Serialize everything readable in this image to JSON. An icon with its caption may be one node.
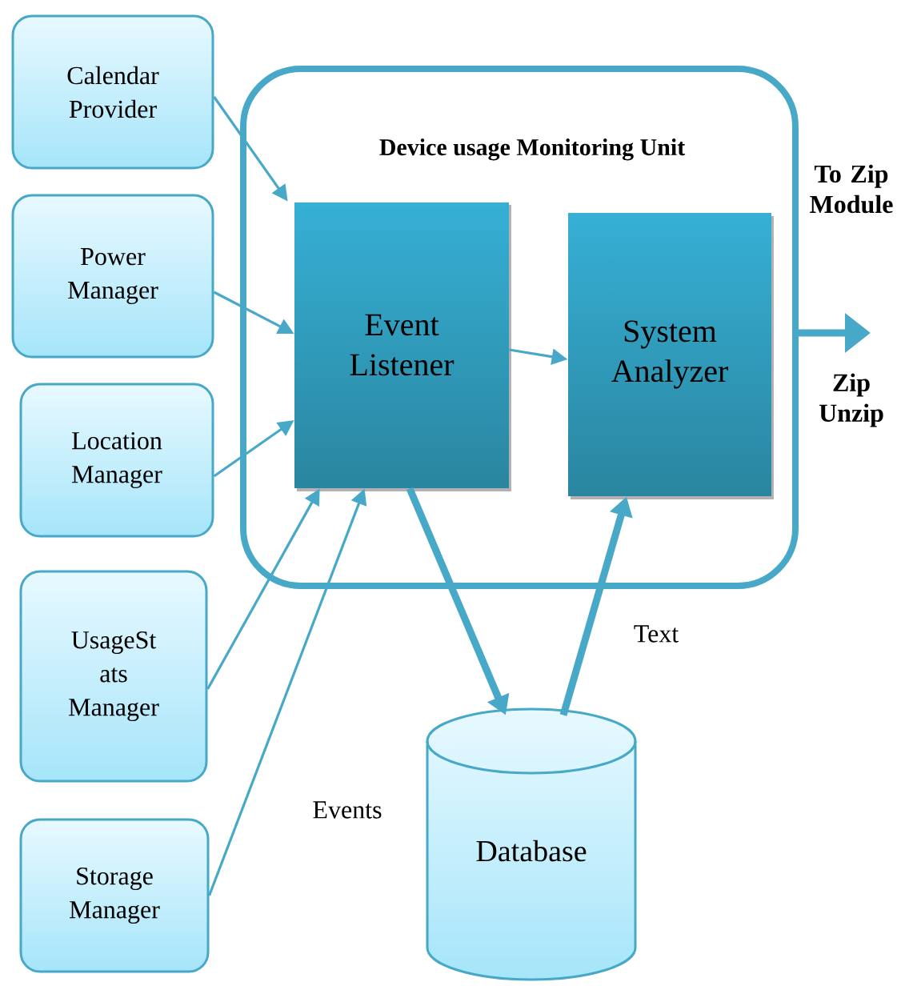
{
  "diagram": {
    "nodes": [
      {
        "text": [
          "Calendar Provider"
        ]
      },
      {
        "text": [
          "Power Manager"
        ]
      },
      {
        "text": [
          "Location Manager"
        ]
      },
      {
        "text": [
          "UsageSt ats Manager"
        ]
      },
      {
        "text": [
          "Storage Manager"
        ]
      },
      {
        "text": [
          "Device usage Monitoring Unit"
        ]
      },
      {
        "text": [
          "Event Listener"
        ],
        "in": 5
      },
      {
        "text": [
          "System Analyzer"
        ],
        "in": 5
      },
      {
        "text": [
          "Database"
        ]
      }
    ],
    "edges": [
      {
        "from": 0,
        "to": 6,
        "arrow": "to"
      },
      {
        "from": 1,
        "to": 6,
        "arrow": "to"
      },
      {
        "from": 2,
        "to": 6,
        "arrow": "to"
      },
      {
        "from": 3,
        "to": 6,
        "arrow": "to"
      },
      {
        "from": 4,
        "to": 6,
        "arrow": "to"
      },
      {
        "from": 6,
        "to": 7,
        "arrow": "to"
      },
      {
        "from": 6,
        "to": 8,
        "arrow": "to",
        "style": "thick"
      },
      {
        "from": 8,
        "to": 7,
        "arrow": "to",
        "style": "thick"
      },
      {
        "from": 5,
        "to": null,
        "arrow": "to",
        "style": "thick",
        "label": "To Zip Module"
      }
    ],
    "labels": [
      "Zip Unzip",
      "Text",
      "Events"
    ]
  }
}
